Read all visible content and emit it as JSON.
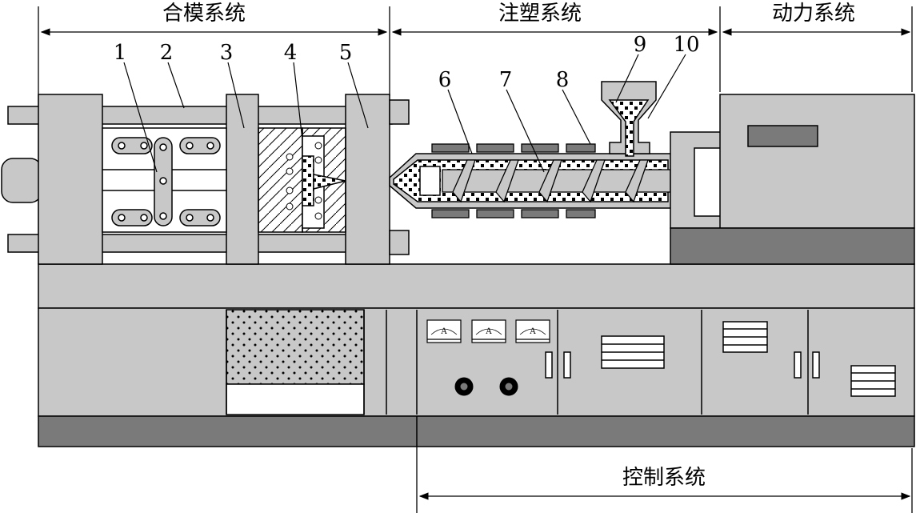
{
  "sections": {
    "clamping": "合模系统",
    "injection": "注塑系统",
    "power": "动力系统",
    "control": "控制系统"
  },
  "parts": [
    "1",
    "2",
    "3",
    "4",
    "5",
    "6",
    "7",
    "8",
    "9",
    "10"
  ],
  "meter_glyph": "A",
  "colors": {
    "machine_gray": "#c8c8c8",
    "dark_gray": "#7a7a7a",
    "outline": "#000000",
    "background": "#ffffff"
  }
}
